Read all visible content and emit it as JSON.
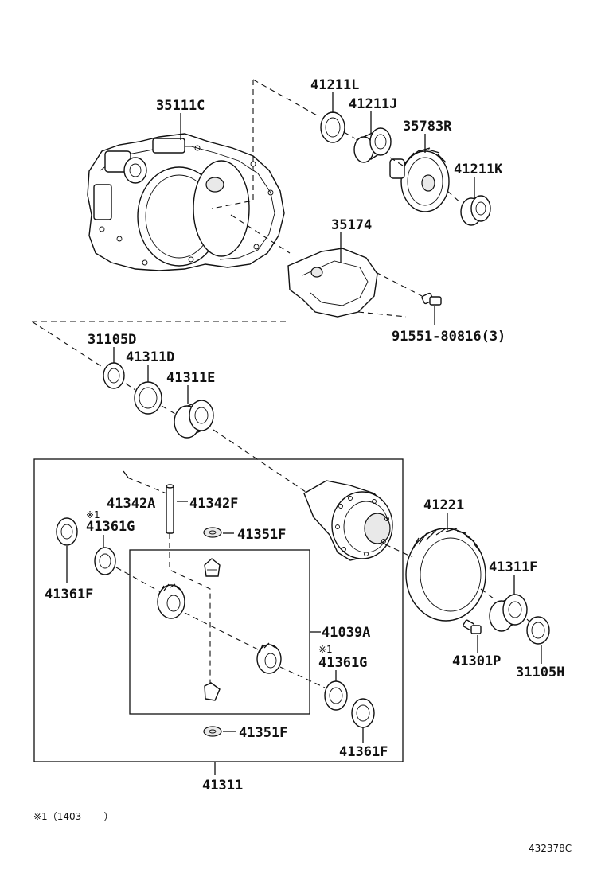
{
  "labels": {
    "p35111C": "35111C",
    "p41211L": "41211L",
    "p41211J": "41211J",
    "p35783R": "35783R",
    "p41211K": "41211K",
    "p35174": "35174",
    "p91551": "91551-80816(3)",
    "p31105D": "31105D",
    "p41311D": "41311D",
    "p41311E": "41311E",
    "p41342A": "41342A",
    "p41342F": "41342F",
    "p41361G_top_note": "※1",
    "p41361G_top": "41361G",
    "p41351F_top": "41351F",
    "p41361F_left": "41361F",
    "p41039A": "41039A",
    "p41361G_bot_note": "※1",
    "p41361G_bot": "41361G",
    "p41351F_bot": "41351F",
    "p41361F_right": "41361F",
    "p41311": "41311",
    "p41221": "41221",
    "p41311F": "41311F",
    "p41301P": "41301P",
    "p31105H": "31105H"
  },
  "footnote": "※1（1403-　　）",
  "diagram_id": "432378C"
}
